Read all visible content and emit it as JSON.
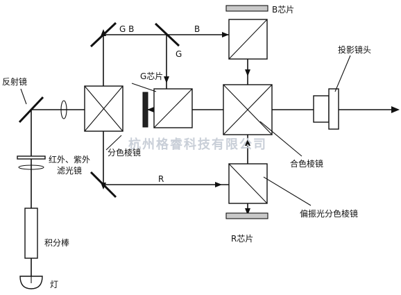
{
  "labels": {
    "reflector": "反射镜",
    "ir_uv_filter_line1": "红外、紫外",
    "ir_uv_filter_line2": "滤光镜",
    "integrator_rod": "积分棒",
    "lamp": "灯",
    "dichroic_prism": "分色棱镜",
    "combining_prism": "合色棱镜",
    "pbs_prism": "偏振光分色棱镜",
    "projection_lens": "投影镜头",
    "b_chip": "B芯片",
    "g_chip": "G芯片",
    "r_chip": "R芯片",
    "beam_gb": "G B",
    "beam_b": "B",
    "beam_g": "G",
    "beam_r": "R"
  },
  "watermark": "杭州格睿科技有限公司"
}
